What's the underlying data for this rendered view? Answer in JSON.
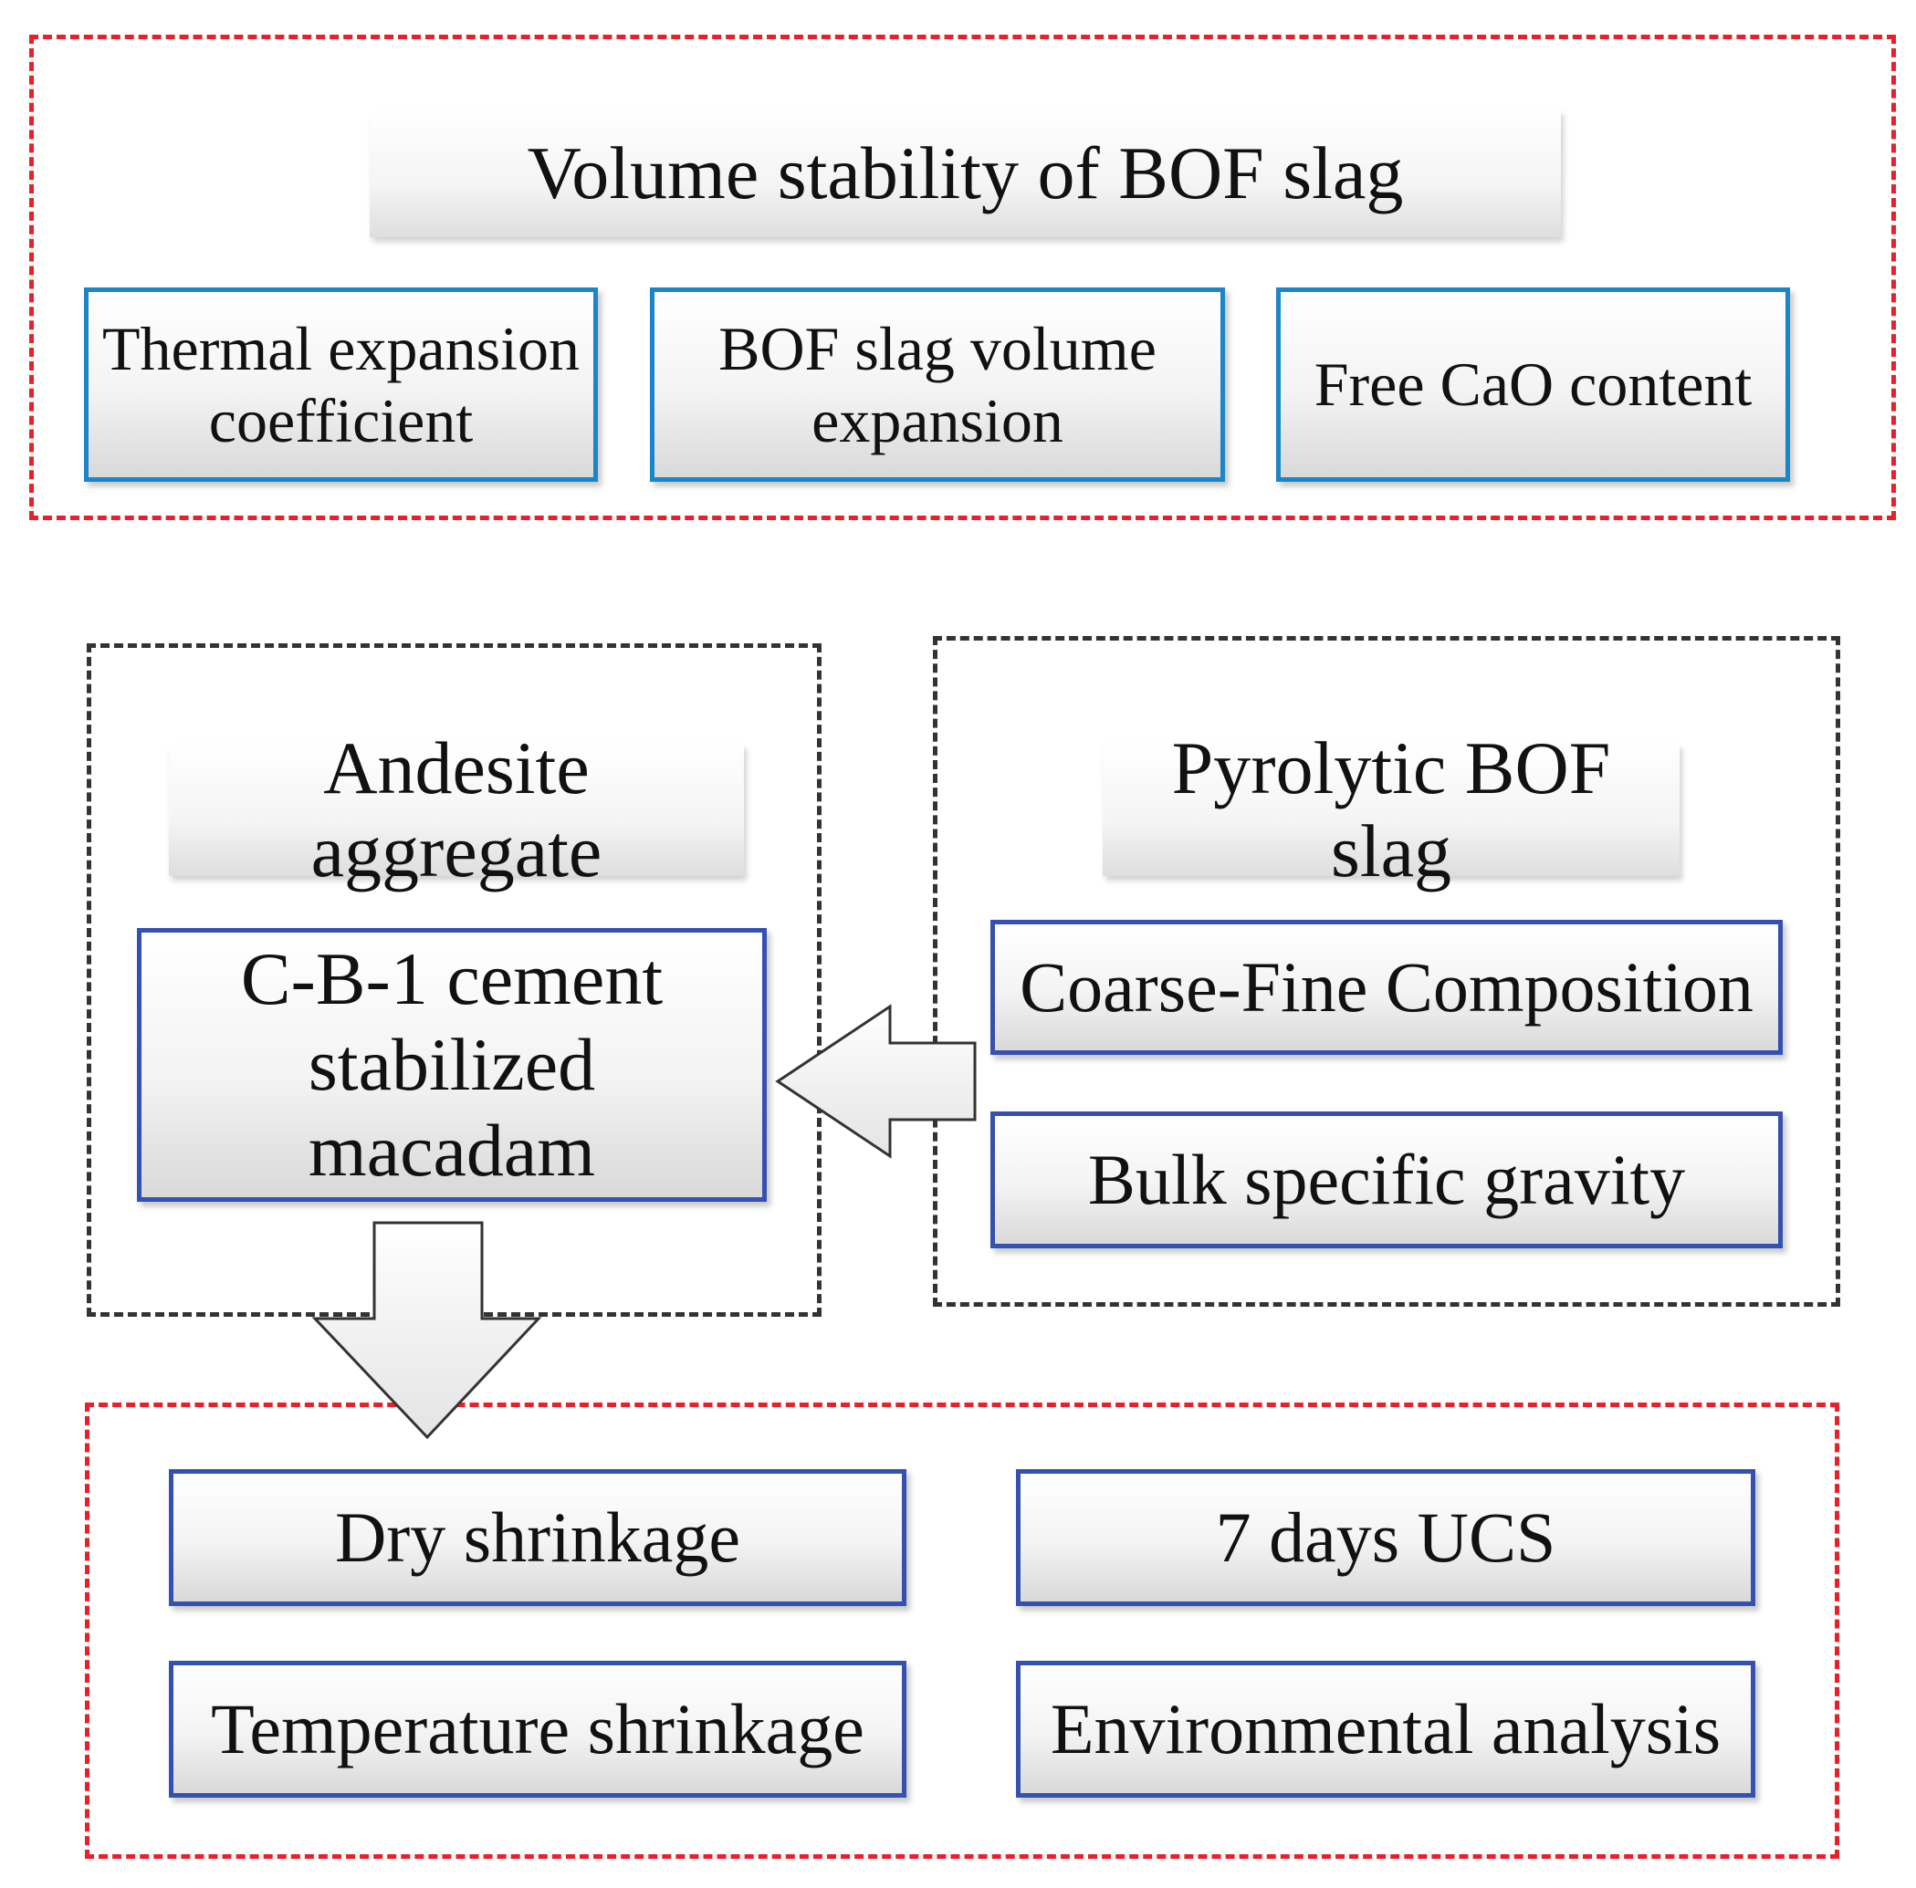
{
  "top_group": {
    "title": "Volume stability of BOF slag",
    "items": [
      "Thermal expansion coefficient",
      "BOF slag volume expansion",
      "Free CaO content"
    ]
  },
  "left_group": {
    "title": "Andesite aggregate",
    "main_box": "C-B-1 cement stabilized macadam"
  },
  "right_group": {
    "title": "Pyrolytic BOF slag",
    "items": [
      "Coarse-Fine Composition",
      "Bulk specific gravity"
    ]
  },
  "bottom_group": {
    "items": [
      "Dry shrinkage",
      "7 days UCS",
      "Temperature shrinkage",
      "Environmental analysis"
    ]
  },
  "colors": {
    "red_dash": "#e8202a",
    "gray_dash": "#333333",
    "blue_light": "#1a86c8",
    "blue_dark": "#3550b0"
  }
}
